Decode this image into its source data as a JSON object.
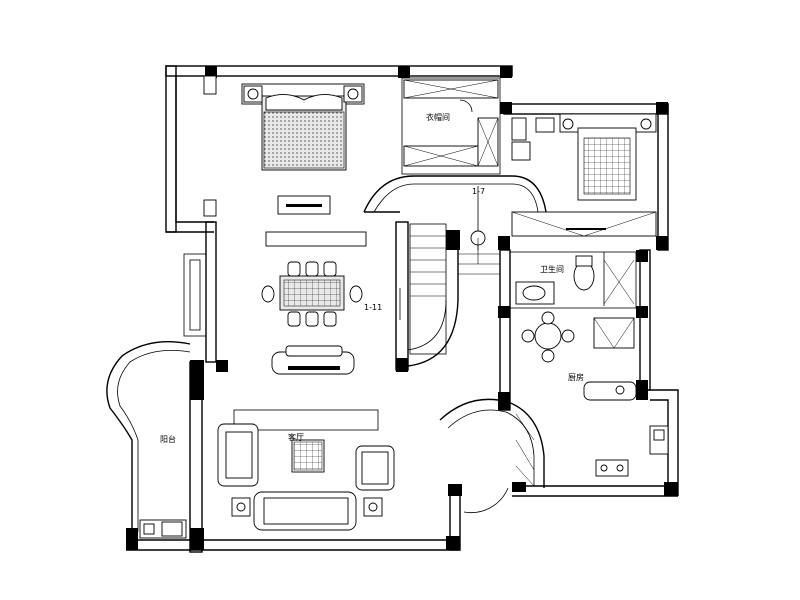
{
  "rooms": {
    "closet": "衣帽间",
    "bath": "卫生间",
    "kitchen": "厨房",
    "living": "客厅",
    "balcony": "阳台"
  },
  "markers": {
    "section_a": "1-7",
    "section_b": "1-11"
  }
}
